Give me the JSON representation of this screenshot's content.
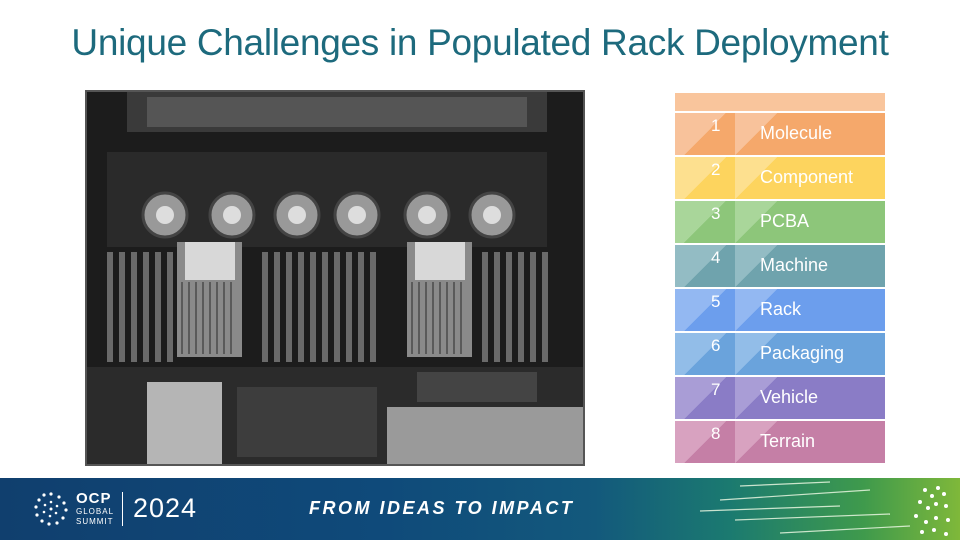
{
  "slide": {
    "title": "Unique Challenges in Populated Rack Deployment"
  },
  "photo": {
    "description_icon": "server-motherboard-photo"
  },
  "layers": [
    {
      "num": "1",
      "label": "Molecule",
      "dark": "#f5a86b",
      "light": "#f8c29b"
    },
    {
      "num": "2",
      "label": "Component",
      "dark": "#fdd45e",
      "light": "#fde08f"
    },
    {
      "num": "3",
      "label": "PCBA",
      "dark": "#8dc67a",
      "light": "#a9d69a"
    },
    {
      "num": "4",
      "label": "Machine",
      "dark": "#6fa3ad",
      "light": "#93bcc4"
    },
    {
      "num": "5",
      "label": "Rack",
      "dark": "#6c9eed",
      "light": "#93b8f2"
    },
    {
      "num": "6",
      "label": "Packaging",
      "dark": "#6aa3dc",
      "light": "#92bde8"
    },
    {
      "num": "7",
      "label": "Vehicle",
      "dark": "#8a7cc6",
      "light": "#a99dd6"
    },
    {
      "num": "8",
      "label": "Terrain",
      "dark": "#c57fa6",
      "light": "#d8a2c0"
    }
  ],
  "footer": {
    "brand": "OCP",
    "brand_line1": "GLOBAL",
    "brand_line2": "SUMMIT",
    "year": "2024",
    "tagline": "FROM IDEAS TO IMPACT"
  },
  "colors": {
    "title": "#1d6a7d",
    "footer_start": "#103f6e",
    "footer_end": "#7fb83a"
  }
}
